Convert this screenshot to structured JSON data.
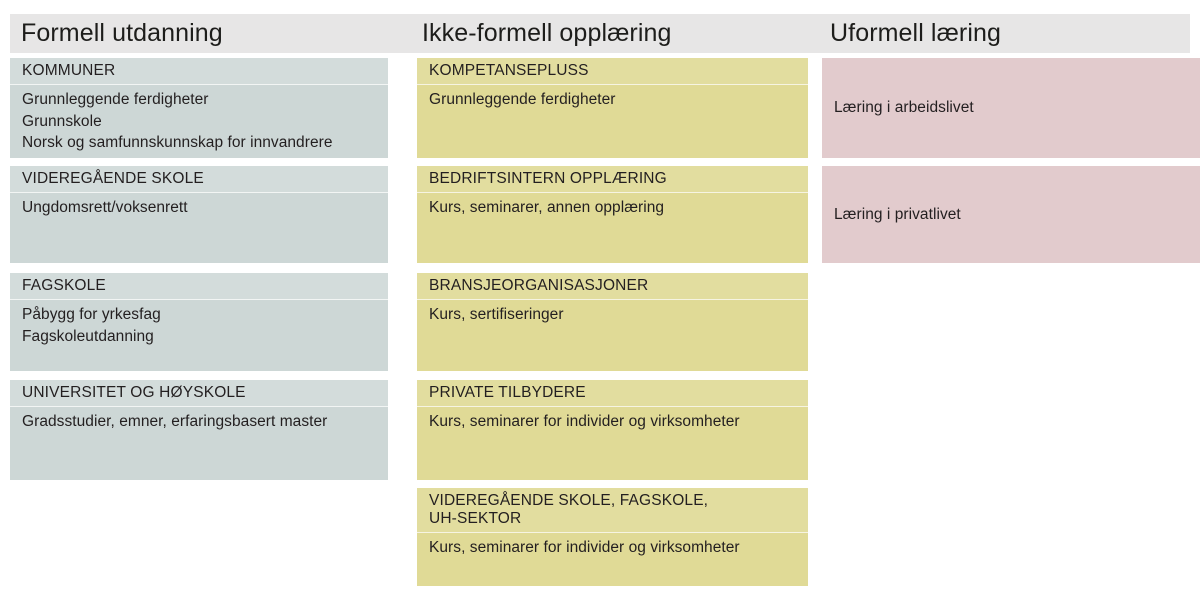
{
  "colors": {
    "header_band": "#e7e6e6",
    "formell": "#cdd7d6",
    "ikke_formell": "#e0da96",
    "uformell": "#e2cbcd",
    "text": "#231f20"
  },
  "columns": [
    {
      "id": "formell",
      "title": "Formell utdanning",
      "cards": [
        {
          "heading": "KOMMUNER",
          "lines": [
            "Grunnleggende ferdigheter",
            "Grunnskole",
            "Norsk og samfunnskunnskap for innvandrere"
          ]
        },
        {
          "heading": "VIDEREGÅENDE SKOLE",
          "lines": [
            "Ungdomsrett/voksenrett"
          ]
        },
        {
          "heading": "FAGSKOLE",
          "lines": [
            "Påbygg for yrkesfag",
            "Fagskoleutdanning"
          ]
        },
        {
          "heading": "UNIVERSITET OG HØYSKOLE",
          "lines": [
            "Gradsstudier, emner, erfaringsbasert master"
          ]
        }
      ]
    },
    {
      "id": "ikke_formell",
      "title": "Ikke-formell opplæring",
      "cards": [
        {
          "heading": "KOMPETANSEPLUSS",
          "lines": [
            "Grunnleggende ferdigheter"
          ]
        },
        {
          "heading": "BEDRIFTSINTERN OPPLÆRING",
          "lines": [
            "Kurs, seminarer, annen opplæring"
          ]
        },
        {
          "heading": "BRANSJEORGANISASJONER",
          "lines": [
            "Kurs, sertifiseringer"
          ]
        },
        {
          "heading": "PRIVATE TILBYDERE",
          "lines": [
            "Kurs, seminarer for individer og virksomheter"
          ]
        },
        {
          "heading": "VIDEREGÅENDE SKOLE, FAGSKOLE,\nUH-SEKTOR",
          "lines": [
            "Kurs, seminarer for individer og virksomheter"
          ]
        }
      ]
    },
    {
      "id": "uformell",
      "title": "Uformell læring",
      "cards": [
        {
          "heading": "",
          "lines": [
            "Læring i arbeidslivet"
          ]
        },
        {
          "heading": "",
          "lines": [
            "Læring i privatlivet"
          ]
        }
      ]
    }
  ]
}
